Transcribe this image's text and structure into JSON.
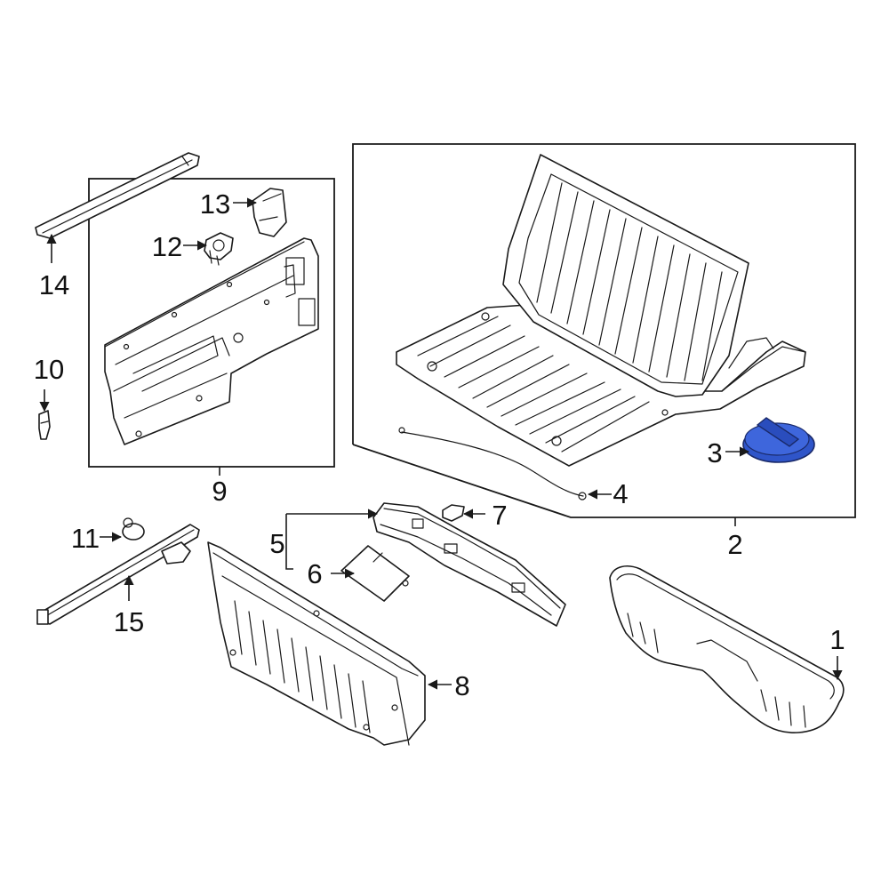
{
  "callouts": [
    {
      "id": "1",
      "label": "1"
    },
    {
      "id": "2",
      "label": "2"
    },
    {
      "id": "3",
      "label": "3"
    },
    {
      "id": "4",
      "label": "4"
    },
    {
      "id": "5",
      "label": "5"
    },
    {
      "id": "6",
      "label": "6"
    },
    {
      "id": "7",
      "label": "7"
    },
    {
      "id": "8",
      "label": "8"
    },
    {
      "id": "9",
      "label": "9"
    },
    {
      "id": "10",
      "label": "10"
    },
    {
      "id": "11",
      "label": "11"
    },
    {
      "id": "12",
      "label": "12"
    },
    {
      "id": "13",
      "label": "13"
    },
    {
      "id": "14",
      "label": "14"
    },
    {
      "id": "15",
      "label": "15"
    }
  ],
  "colors": {
    "highlight_part": "#2f55c9",
    "line": "#1a1a1a",
    "background": "#ffffff"
  },
  "highlighted_callout": "3"
}
